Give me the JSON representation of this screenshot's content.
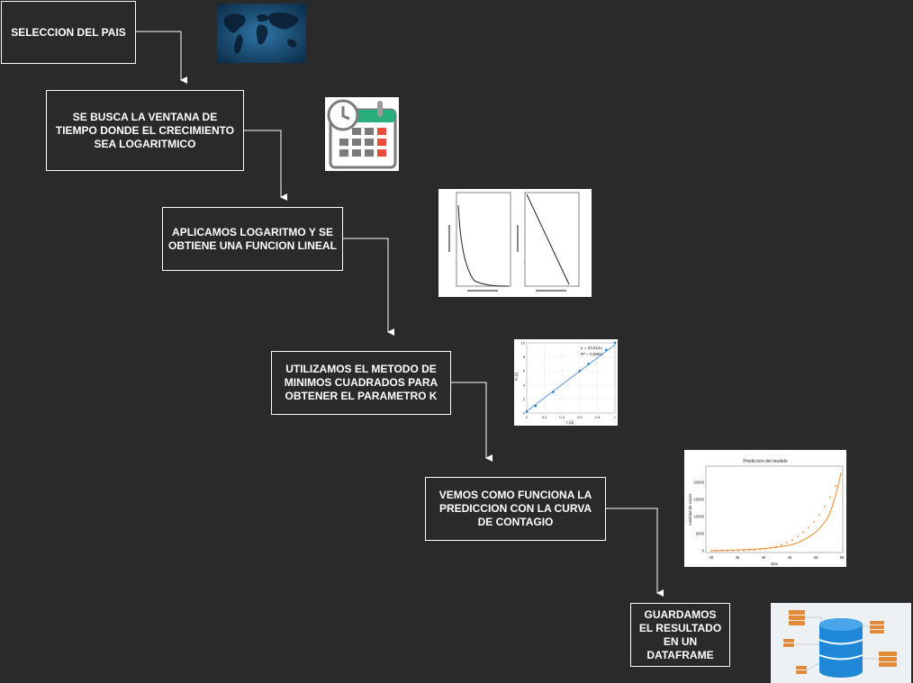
{
  "steps": [
    {
      "label": "SELECCION DEL PAIS"
    },
    {
      "label": "SE BUSCA LA VENTANA DE TIEMPO DONDE EL CRECIMIENTO SEA LOGARITMICO"
    },
    {
      "label": "APLICAMOS LOGARITMO Y SE OBTIENE UNA FUNCION LINEAL"
    },
    {
      "label": "UTILIZAMOS EL METODO DE MINIMOS CUADRADOS PARA OBTENER EL PARAMETRO K"
    },
    {
      "label": "VEMOS COMO FUNCIONA LA PREDICCION CON LA CURVA DE CONTAGIO"
    },
    {
      "label": "GUARDAMOS EL RESULTADO EN UN DATAFRAME"
    }
  ],
  "images": {
    "world_map": {
      "icon": "world-map-icon",
      "colors": [
        "#1a4f7a",
        "#0b2a45"
      ]
    },
    "calendar": {
      "icon": "calendar-clock-icon",
      "colors": [
        "#27ae7a",
        "#e74c3c",
        "#7a7a7a"
      ]
    },
    "log_plots": {
      "icon": "log-plots-icon"
    },
    "regression_plot": {
      "equation": "y = 10,014x",
      "r2": "R² = 0,9994",
      "ylabel": "ln (I)",
      "xlabel": "t (d)",
      "xticks": [
        "0",
        "0.2",
        "0.4",
        "0.6",
        "0.8",
        "1"
      ],
      "yticks": [
        "0",
        "2",
        "4",
        "6",
        "8",
        "10"
      ],
      "point_color": "#2b7bba",
      "line_color": "#4a90d9"
    },
    "prediction_plot": {
      "title": "Prediccion del modelo",
      "ylabel": "cantidad de casos",
      "xlabel": "dias",
      "xticks": [
        "30",
        "35",
        "40",
        "45",
        "50",
        "55"
      ],
      "yticks": [
        "0",
        "5000",
        "10000",
        "15000",
        "20000"
      ],
      "curve_color": "#f08a2c"
    },
    "database": {
      "icon": "database-icon",
      "colors": [
        "#1e88d6",
        "#e08a3a"
      ]
    }
  },
  "connector_color": "#ffffff"
}
